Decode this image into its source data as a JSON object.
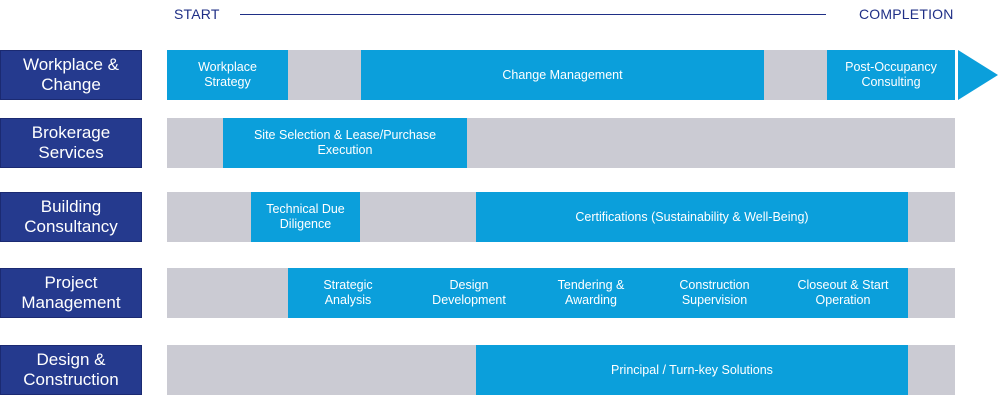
{
  "header": {
    "start": "START",
    "completion": "COMPLETION"
  },
  "rows": [
    {
      "label": "Workplace & Change",
      "segments": [
        {
          "text": "Workplace Strategy",
          "start": 0.0,
          "end": 0.153
        },
        {
          "text": "Change Management",
          "start": 0.246,
          "end": 0.758
        },
        {
          "text": "Post-Occupancy Consulting",
          "start": 0.838,
          "end": 1.0
        }
      ]
    },
    {
      "label": "Brokerage Services",
      "segments": [
        {
          "text": "Site Selection & Lease/Purchase Execution",
          "start": 0.071,
          "end": 0.381
        }
      ]
    },
    {
      "label": "Building Consultancy",
      "segments": [
        {
          "text": "Technical Due Diligence",
          "start": 0.107,
          "end": 0.245
        },
        {
          "text": "Certifications (Sustainability & Well-Being)",
          "start": 0.392,
          "end": 0.94
        }
      ]
    },
    {
      "label": "Project Management",
      "segments": [
        {
          "text": "Strategic Analysis",
          "start": 0.153,
          "end": 0.305
        },
        {
          "text": "Design Development",
          "start": 0.305,
          "end": 0.462
        },
        {
          "text": "Tendering & Awarding",
          "start": 0.462,
          "end": 0.614
        },
        {
          "text": "Construction Supervision",
          "start": 0.614,
          "end": 0.775
        },
        {
          "text": "Closeout & Start Operation",
          "start": 0.775,
          "end": 0.94
        }
      ]
    },
    {
      "label": "Design & Construction",
      "segments": [
        {
          "text": "Principal / Turn-key Solutions",
          "start": 0.392,
          "end": 0.94
        }
      ]
    }
  ],
  "colors": {
    "label_bg": "#253a8e",
    "segment": "#0b9fdb",
    "track": "#cbcbd3",
    "header_text": "#1f2f86"
  }
}
